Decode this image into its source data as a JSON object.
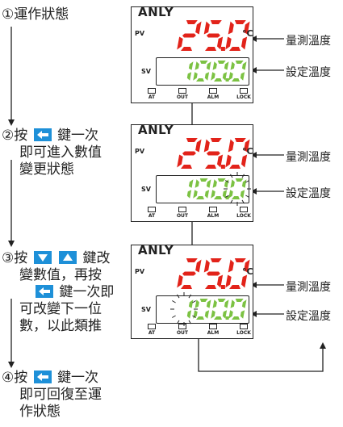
{
  "steps": [
    {
      "lines": [
        "①運作狀態"
      ]
    },
    {
      "lines": [
        "②按",
        "鍵一次",
        "即可進入數值",
        "變更狀態"
      ]
    },
    {
      "lines": [
        "③按",
        "鍵改",
        "變數值，再按",
        "鍵一次即",
        "可改變下一位",
        "數，以此類推"
      ]
    },
    {
      "lines": [
        "④按",
        "鍵一次",
        "即可回復至運",
        "作狀態"
      ]
    }
  ],
  "panels": [
    {
      "brand": "ANLY",
      "pv": "25.0",
      "sv": "100.0",
      "pv_label": "PV",
      "sv_label": "SV",
      "unit": "°C"
    },
    {
      "brand": "ANLY",
      "pv": "25.0",
      "sv": "100.0",
      "pv_label": "PV",
      "sv_label": "SV",
      "unit": "°C"
    },
    {
      "brand": "ANLY",
      "pv": "25.0",
      "sv": "100.0",
      "pv_label": "PV",
      "sv_label": "SV",
      "unit": "°C"
    }
  ],
  "indicators": [
    "AT",
    "OUT",
    "ALM",
    "LOCK"
  ],
  "labels": {
    "measured": "量測溫度",
    "setting": "設定溫度"
  },
  "colors": {
    "pv": "#e2231a",
    "sv": "#7cc243",
    "key": "#1e90d8",
    "line": "#222222"
  },
  "icons": {
    "left_key": "left-arrow-key-icon",
    "down_key": "down-arrow-key-icon",
    "up_key": "up-arrow-key-icon"
  }
}
